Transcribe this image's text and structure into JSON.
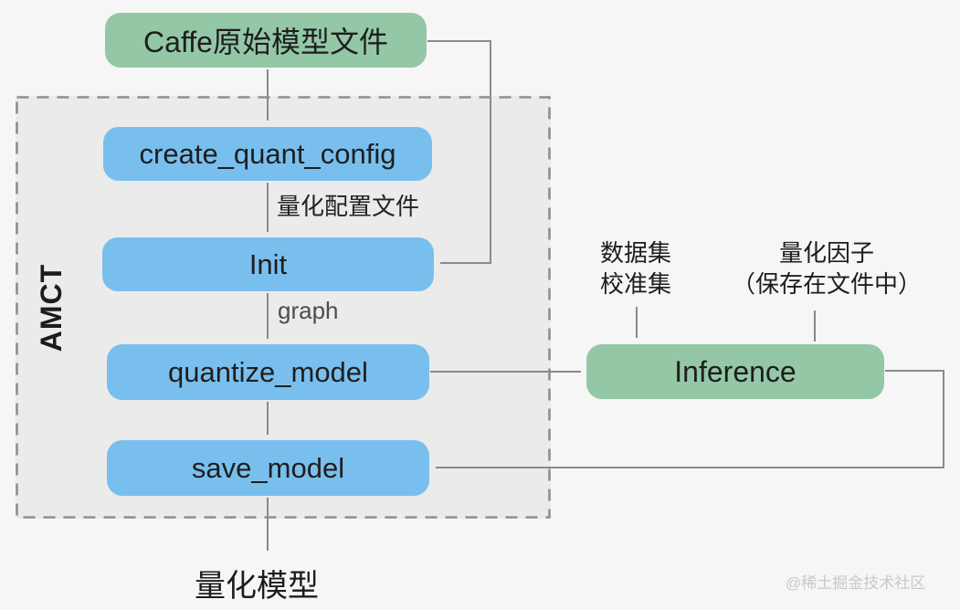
{
  "nodes": {
    "caffe_model": "Caffe原始模型文件",
    "create_quant_config": "create_quant_config",
    "init": "Init",
    "quantize_model": "quantize_model",
    "save_model": "save_model",
    "inference": "Inference",
    "quantized_model": "量化模型"
  },
  "group": {
    "label": "AMCT"
  },
  "edge_labels": {
    "quant_config_file": "量化配置文件",
    "graph": "graph"
  },
  "annotations": {
    "dataset_line1": "数据集",
    "dataset_line2": "校准集",
    "quant_factor_line1": "量化因子",
    "quant_factor_line2": "（保存在文件中）"
  },
  "colors": {
    "green_node": "#93c7a6",
    "blue_node": "#79bfee",
    "group_fill": "#ebebeb",
    "dashed_border": "#8f8f8f",
    "arrow": "#8a8a8a",
    "text": "#1d1d1d",
    "background": "#f6f6f6",
    "watermark": "#c9c9c9"
  },
  "watermark": "@稀土掘金技术社区"
}
